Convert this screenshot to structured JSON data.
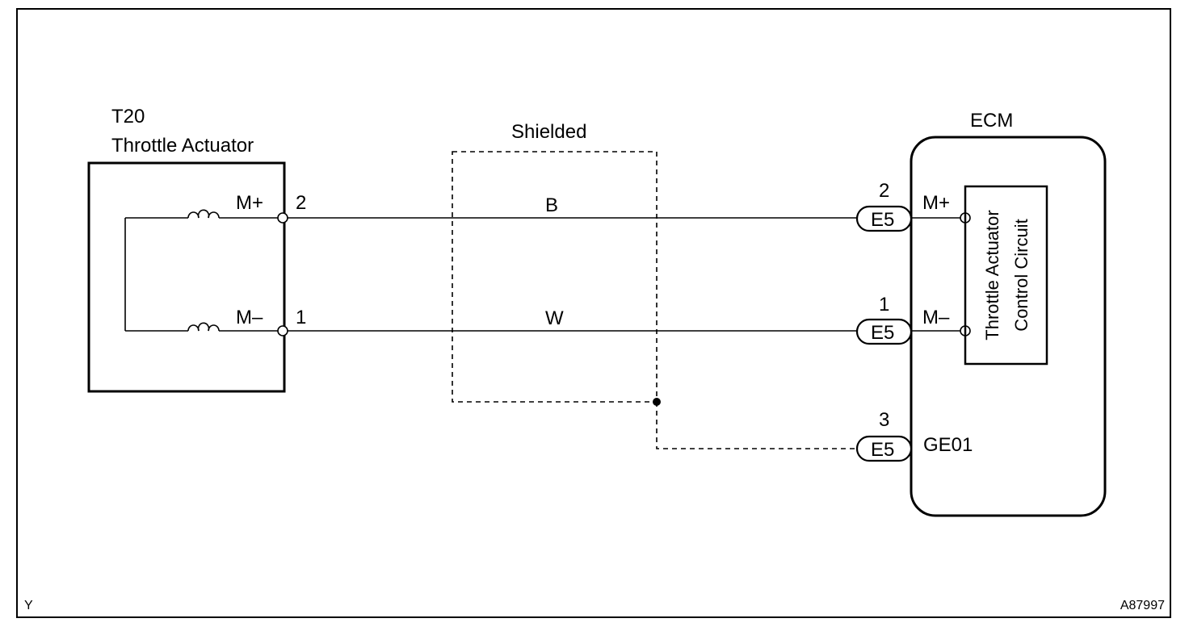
{
  "actuator": {
    "code": "T20",
    "name": "Throttle Actuator"
  },
  "ecm": {
    "title": "ECM",
    "circuit_line1": "Throttle Actuator",
    "circuit_line2": "Control Circuit"
  },
  "shield_label": "Shielded",
  "actuator_pins": [
    {
      "label": "M+",
      "number": "2"
    },
    {
      "label": "M–",
      "number": "1"
    }
  ],
  "wires": [
    {
      "color": "B"
    },
    {
      "color": "W"
    }
  ],
  "ecm_connectors": [
    {
      "number": "2",
      "connector": "E5",
      "terminal": "M+"
    },
    {
      "number": "1",
      "connector": "E5",
      "terminal": "M–"
    },
    {
      "number": "3",
      "connector": "E5",
      "terminal": "GE01"
    }
  ],
  "footer": {
    "left": "Y",
    "right": "A87997"
  }
}
